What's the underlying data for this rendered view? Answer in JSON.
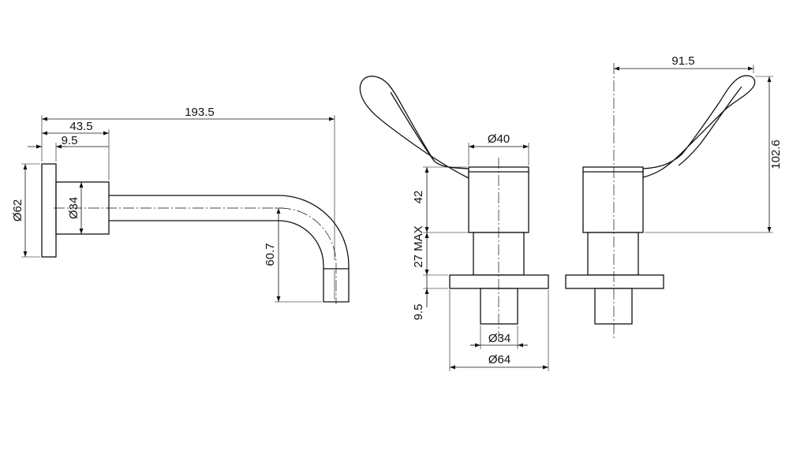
{
  "spout_view": {
    "dim_total_length": "193.5",
    "dim_body_length": "43.5",
    "dim_flange_thickness": "9.5",
    "dim_flange_diameter": "Ø62",
    "dim_body_diameter": "Ø34",
    "dim_drop_height": "60.7"
  },
  "tap_front_view": {
    "dim_handle_diameter": "Ø40",
    "dim_handle_height": "42",
    "dim_max_spacing": "27 MAX",
    "dim_flange_thickness": "9.5",
    "dim_shank_diameter": "Ø34",
    "dim_flange_diameter": "Ø64"
  },
  "tap_side_view": {
    "dim_lever_reach": "91.5",
    "dim_lever_height": "102.6"
  }
}
